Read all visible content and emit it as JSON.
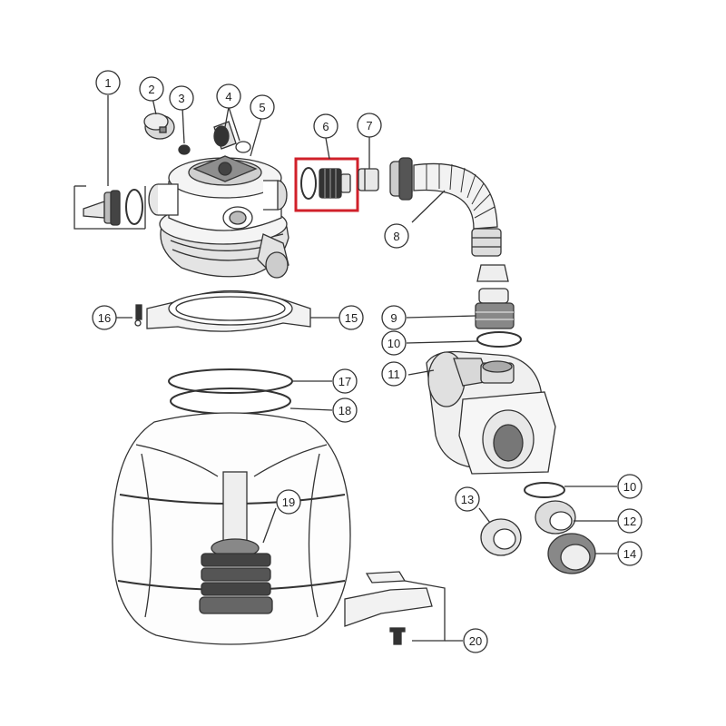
{
  "diagram": {
    "parts": [
      {
        "number": "1"
      },
      {
        "number": "2"
      },
      {
        "number": "3"
      },
      {
        "number": "4"
      },
      {
        "number": "5"
      },
      {
        "number": "6"
      },
      {
        "number": "7"
      },
      {
        "number": "8"
      },
      {
        "number": "9"
      },
      {
        "number": "10"
      },
      {
        "number": "11"
      },
      {
        "number": "12"
      },
      {
        "number": "13"
      },
      {
        "number": "14"
      },
      {
        "number": "15"
      },
      {
        "number": "16"
      },
      {
        "number": "17"
      },
      {
        "number": "18"
      },
      {
        "number": "19"
      },
      {
        "number": "20"
      }
    ],
    "highlighted_part": "6",
    "colors": {
      "line": "#333333",
      "highlight": "#d0202a",
      "fill": "#ffffff",
      "shade": "#cfcfcf",
      "dark": "#555555"
    }
  }
}
